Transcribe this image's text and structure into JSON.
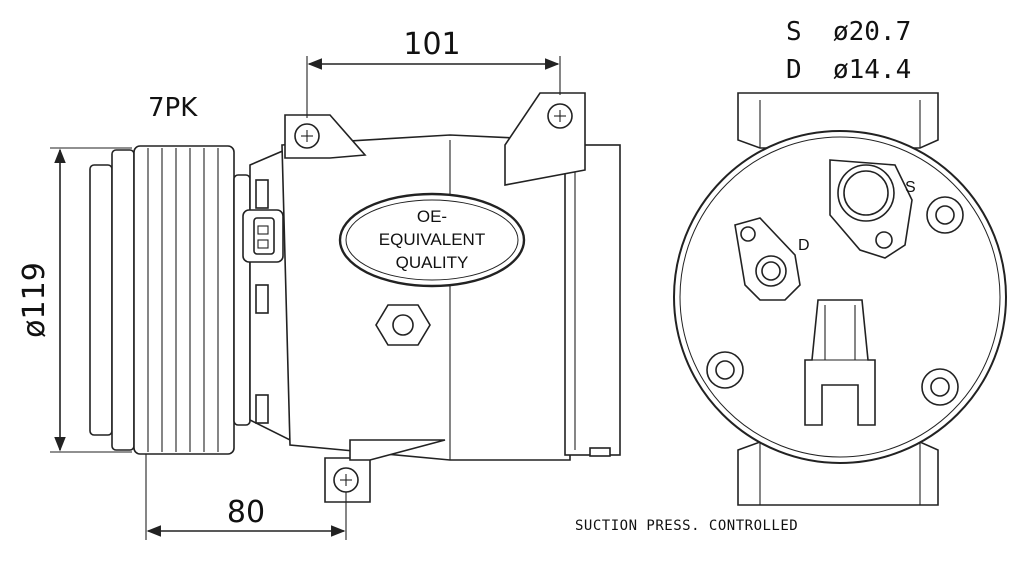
{
  "dimensions": {
    "width_top": "101",
    "pulley_grooves": "7PK",
    "pulley_diameter": "ø119",
    "offset_bottom": "80"
  },
  "ports": {
    "suction": "S  ø20.7",
    "discharge": "D  ø14.4",
    "suction_marker": "S",
    "discharge_marker": "D"
  },
  "badge": {
    "line1": "OE-",
    "line2": "EQUIVALENT",
    "line3": "QUALITY"
  },
  "note": "SUCTION PRESS. CONTROLLED"
}
